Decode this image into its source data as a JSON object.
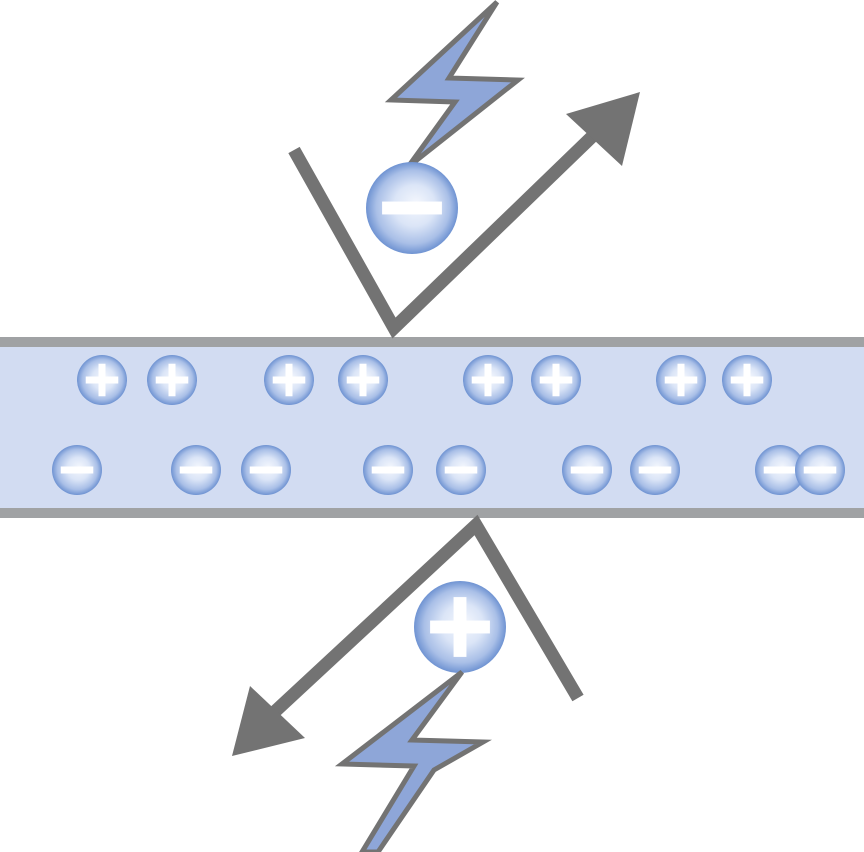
{
  "colors": {
    "background": "#ffffff",
    "band_fill": "#d2dcf2",
    "band_edge": "#a0a2a4",
    "stroke_gray": "#737373",
    "bolt_fill": "#8ea6d8",
    "ion_light": "#f4f7fd",
    "ion_mid": "#a9bfe7",
    "ion_dark": "#6f93d2",
    "ion_sign": "#ffffff"
  },
  "icons": {
    "positive_ion": "plus-in-circle",
    "negative_ion": "minus-in-circle",
    "lightning": "lightning-bolt",
    "reflection_arrow": "bent-arrow"
  },
  "band": {
    "positive_ion_count": 8,
    "negative_ion_count": 9
  },
  "incoming": {
    "top_particle": "negative",
    "bottom_particle": "positive"
  }
}
